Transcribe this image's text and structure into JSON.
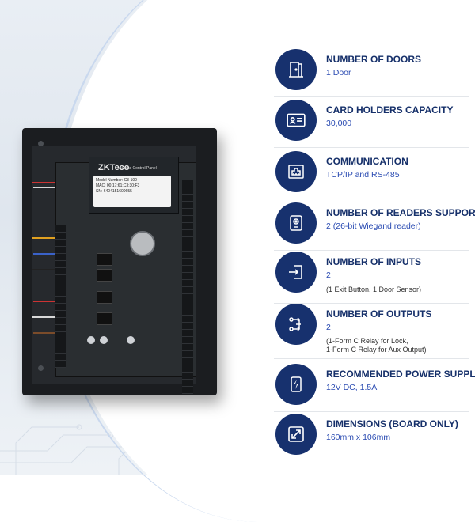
{
  "specs": [
    {
      "title": "NUMBER OF DOORS",
      "value": "1 Door",
      "icon": "door-icon"
    },
    {
      "title": "CARD HOLDERS CAPACITY",
      "value": "30,000",
      "icon": "id-card-icon"
    },
    {
      "title": "COMMUNICATION",
      "value": "TCP/IP and RS-485",
      "icon": "ethernet-port-icon"
    },
    {
      "title": "NUMBER OF READERS SUPPORTED",
      "value": "2 (26-bit Wiegand reader)",
      "icon": "card-reader-icon"
    },
    {
      "title": "NUMBER OF INPUTS",
      "value": "2",
      "note": [
        "(1 Exit Button, 1 Door Sensor)"
      ],
      "icon": "input-arrow-icon"
    },
    {
      "title": "NUMBER OF OUTPUTS",
      "value": "2",
      "note": [
        "(1-Form C Relay for Lock,",
        "1-Form C Relay for Aux Output)"
      ],
      "icon": "outputs-icon"
    },
    {
      "title": "RECOMMENDED POWER SUPPLY",
      "value": "12V DC, 1.5A",
      "icon": "power-bolt-icon"
    },
    {
      "title": "DIMENSIONS (BOARD ONLY)",
      "value": "160mm x 106mm",
      "icon": "resize-arrows-icon"
    }
  ],
  "device": {
    "brand": "ZKTeco",
    "panel_label": "Access Control Panel",
    "model": "Model Number: C3-100",
    "mac": "MAC: 00:17:61:C3:30:F3",
    "sn": "SN: 6404151600655"
  },
  "colors": {
    "navy": "#17316e",
    "value_blue": "#2a4bb2",
    "title": "#16306a"
  }
}
